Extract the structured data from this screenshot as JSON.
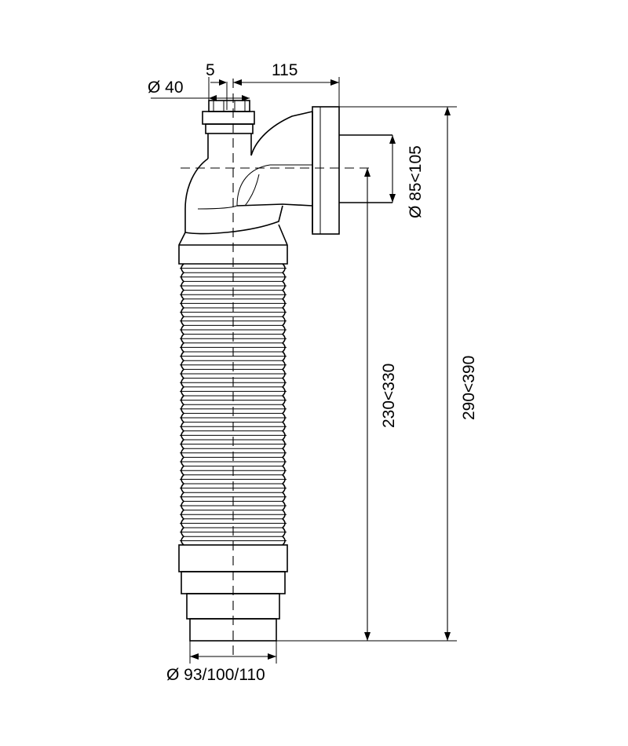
{
  "dimensions": {
    "inlet_diameter": "Ø 40",
    "offset": "5",
    "horizontal_length": "115",
    "outlet_diameter": "Ø 85<105",
    "inner_height": "230<330",
    "total_height": "290<390",
    "bottom_diameter": "Ø 93/100/110"
  },
  "colors": {
    "line": "#000000",
    "background": "#ffffff"
  }
}
